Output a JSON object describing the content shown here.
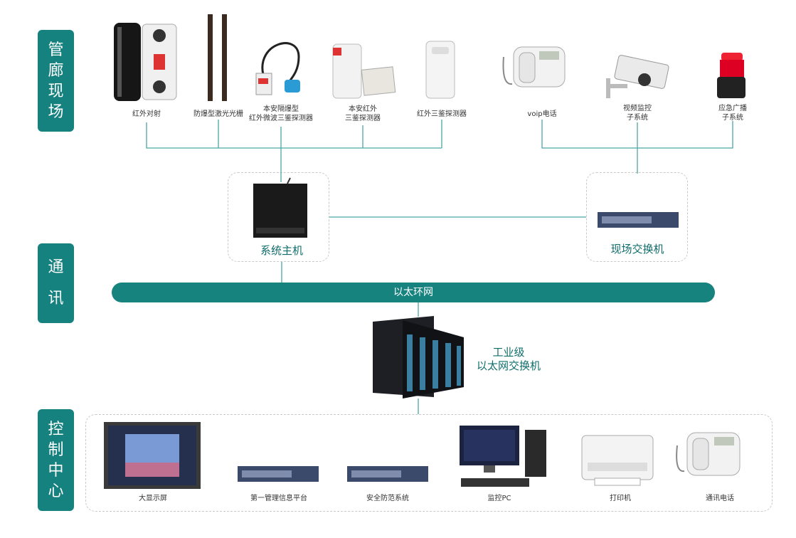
{
  "sections": {
    "site": "管\n廊\n现\n场",
    "comm": "通\n讯",
    "control": "控\n制\n中\n心"
  },
  "field_devices": {
    "ir_beam": "红外对射",
    "explosion_laser": "防爆型激光光栅",
    "is_ir_microwave": "本安隔爆型\n红外微波三鉴探测器",
    "is_ir": "本安红外\n三鉴探测器",
    "ir_triple": "红外三鉴探测器",
    "voip": "voip电话",
    "video": "视频监控\n子系统",
    "broadcast": "应急广播\n子系统"
  },
  "network": {
    "host": "系统主机",
    "field_switch": "现场交换机",
    "ethernet": "以太环网",
    "industrial_switch": "工业级\n以太网交换机"
  },
  "control_devices": {
    "big_screen": "大显示屏",
    "platform": "第一管理信息平台",
    "security": "安全防范系统",
    "monitor_pc": "监控PC",
    "printer": "打印机",
    "phone": "通讯电话"
  },
  "colors": {
    "teal": "#15827f",
    "line": "#4aa6a4"
  }
}
